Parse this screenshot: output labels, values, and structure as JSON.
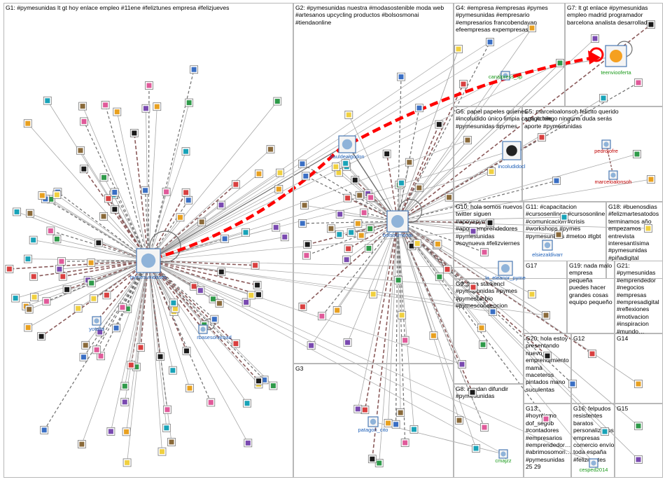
{
  "colors": {
    "edge": "#a8a8a8",
    "edge_dark": "#6f6f6f",
    "edge_red": "#8a5a5a",
    "highlight": "#ff0000",
    "label_blue": "#1d5fb8",
    "label_green": "#1a9a1a",
    "label_red": "#c00000",
    "border": "#b8b8b8"
  },
  "groups": [
    {
      "id": "g1",
      "label": "G1: #pymesunidas lt gt hoy enlace empleo #11ene #feliztunes empresa #felizjueves"
    },
    {
      "id": "g2",
      "label": "G2: #pymesunidas nuestra #modasostenible moda web\n#artesanos upcycling productos #bolsosmonai\n#tiendaonline"
    },
    {
      "id": "g3",
      "label": "G3"
    },
    {
      "id": "g4",
      "label": "G4: #empresa #empresas #pymes\n#pymesunidas #empresario\n#empresarios francobendayan\nefeempresas expempresas"
    },
    {
      "id": "g5",
      "label": "G5: marceloalonsoh felicito querido\namigo tengo ninguna duda serás\naporte #pymesunidas"
    },
    {
      "id": "g6",
      "label": "G6: papel papeles quienes\n#incoludido único limpia caga #chile\n#pymesunidas #pymes"
    },
    {
      "id": "g7",
      "label": "G7: lt gt enlace #pymesunidas\nempleo madrid programador\nbarcelona analista desarrollador"
    },
    {
      "id": "g8",
      "label": "G8: ayudan difundir\n#pymesunidas"
    },
    {
      "id": "g9",
      "label": "G9: funa starkencl\n#pymesunidas #pymes\n#pymesbiobio\n#pymesconoepcion"
    },
    {
      "id": "g10",
      "label": "G10: hola somos nuevos\ntwitter siguen\n#apoyapyme\n#apoyaemprendedores\n#pymesunidas\n#soynueva #felizviernes"
    },
    {
      "id": "g11",
      "label": "G11: #capacitacion\n#cursosenlinea #cursosonline\n#comunicacion #crisis\n#workshops #pymes\n#pymesunidas #metoo #lgbt"
    },
    {
      "id": "g12",
      "label": "G12"
    },
    {
      "id": "g13",
      "label": "G13:\n#hoymismo\ndof_segob\n#contadores\n#empresarios\n#emprendedor…\n#abrimosomori…\n#pymesunidas\n25 29"
    },
    {
      "id": "g14",
      "label": "G14"
    },
    {
      "id": "g15",
      "label": "G15"
    },
    {
      "id": "g16",
      "label": "G16: felpudos\nresistentes\nbaratos\npersonalizados\nempresas\ncomercio envío\ntoda españa\n#felizmartes"
    },
    {
      "id": "g17",
      "label": "G17"
    },
    {
      "id": "g18",
      "label": "G18: #buenosdias\n#felizmartesatodos\nterminamos año\nempezamos\nentrevista\ninteresantísima\n#pymesunidas\n#piñadigital"
    },
    {
      "id": "g19",
      "label": "G19: nada malo\nempresa\npequeña\npuedes hacer\ngrandes cosas\nequipo pequeño"
    },
    {
      "id": "g20",
      "label": "G20: hola estoy\npresentando\nnuevo\nemprendimiento\nmamá\nmaceteros\npintados mano\nsuculentas"
    },
    {
      "id": "g21",
      "label": "G21:\n#pymesunidas\n#emprendedor\n#negocios\n#empresas\n#empresadigital\n#reflexiones\n#motivacion\n#inspiracion\n#mundo…"
    }
  ],
  "nodes": [
    {
      "id": "pymesunidases",
      "label": "pymesunidases",
      "color": "blue"
    },
    {
      "id": "bolsosmonai",
      "label": "bolsosmonai",
      "color": "blue"
    },
    {
      "id": "bauldealgodon",
      "label": "bauldealgodon",
      "color": "blue"
    },
    {
      "id": "rbasesoriamad",
      "label": "rbasesoriamad",
      "color": "blue"
    },
    {
      "id": "yotalla",
      "label": "yotalla",
      "color": "blue"
    },
    {
      "id": "teenviooferta",
      "label": "teenviooferta",
      "color": "green"
    },
    {
      "id": "canalpress_sp",
      "label": "canalpress_sp",
      "color": "green"
    },
    {
      "id": "incoludido",
      "label": "incoludidocl",
      "color": "blue"
    },
    {
      "id": "pedrojofre",
      "label": "pedrojofre",
      "color": "red"
    },
    {
      "id": "marceloalonsoh",
      "label": "marceloalonsoh",
      "color": "red"
    },
    {
      "id": "elsiezaldivarr",
      "label": "elsiezaldivarr",
      "color": "blue"
    },
    {
      "id": "la_eleanor_pyme",
      "label": "la_eleanor_pyme",
      "color": "blue"
    },
    {
      "id": "patagon_cito",
      "label": "patagon_cito",
      "color": "blue"
    },
    {
      "id": "cmajzz",
      "label": "cmajzz",
      "color": "green"
    },
    {
      "id": "cesped2014",
      "label": "cesped2014",
      "color": "green"
    }
  ]
}
